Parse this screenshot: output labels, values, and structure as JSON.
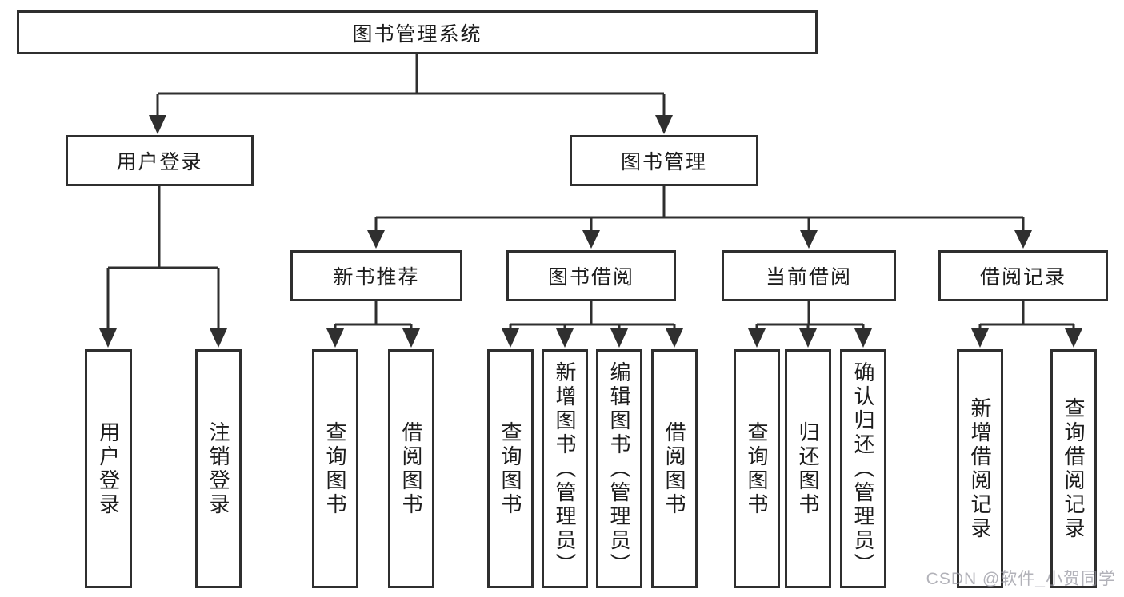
{
  "diagram_title": "图书管理系统",
  "tree": {
    "root": "图书管理系统",
    "user_login": {
      "label": "用户登录",
      "children": [
        "用户登录",
        "注销登录"
      ]
    },
    "book_mgmt": {
      "label": "图书管理",
      "sections": [
        {
          "label": "新书推荐",
          "children": [
            "查询图书",
            "借阅图书"
          ]
        },
        {
          "label": "图书借阅",
          "children": [
            "查询图书",
            "新增图书（管理员）",
            "编辑图书（管理员）",
            "借阅图书"
          ]
        },
        {
          "label": "当前借阅",
          "children": [
            "查询图书",
            "归还图书",
            "确认归还（管理员）"
          ]
        },
        {
          "label": "借阅记录",
          "children": [
            "新增借阅记录",
            "查询借阅记录"
          ]
        }
      ]
    }
  },
  "watermark": "CSDN @软件_小贺同学",
  "colors": {
    "line": "#2f2f2f",
    "text": "#1c1c1c",
    "box_background": "#ffffff",
    "page_background": "#ffffff",
    "watermark": "#94949e"
  }
}
